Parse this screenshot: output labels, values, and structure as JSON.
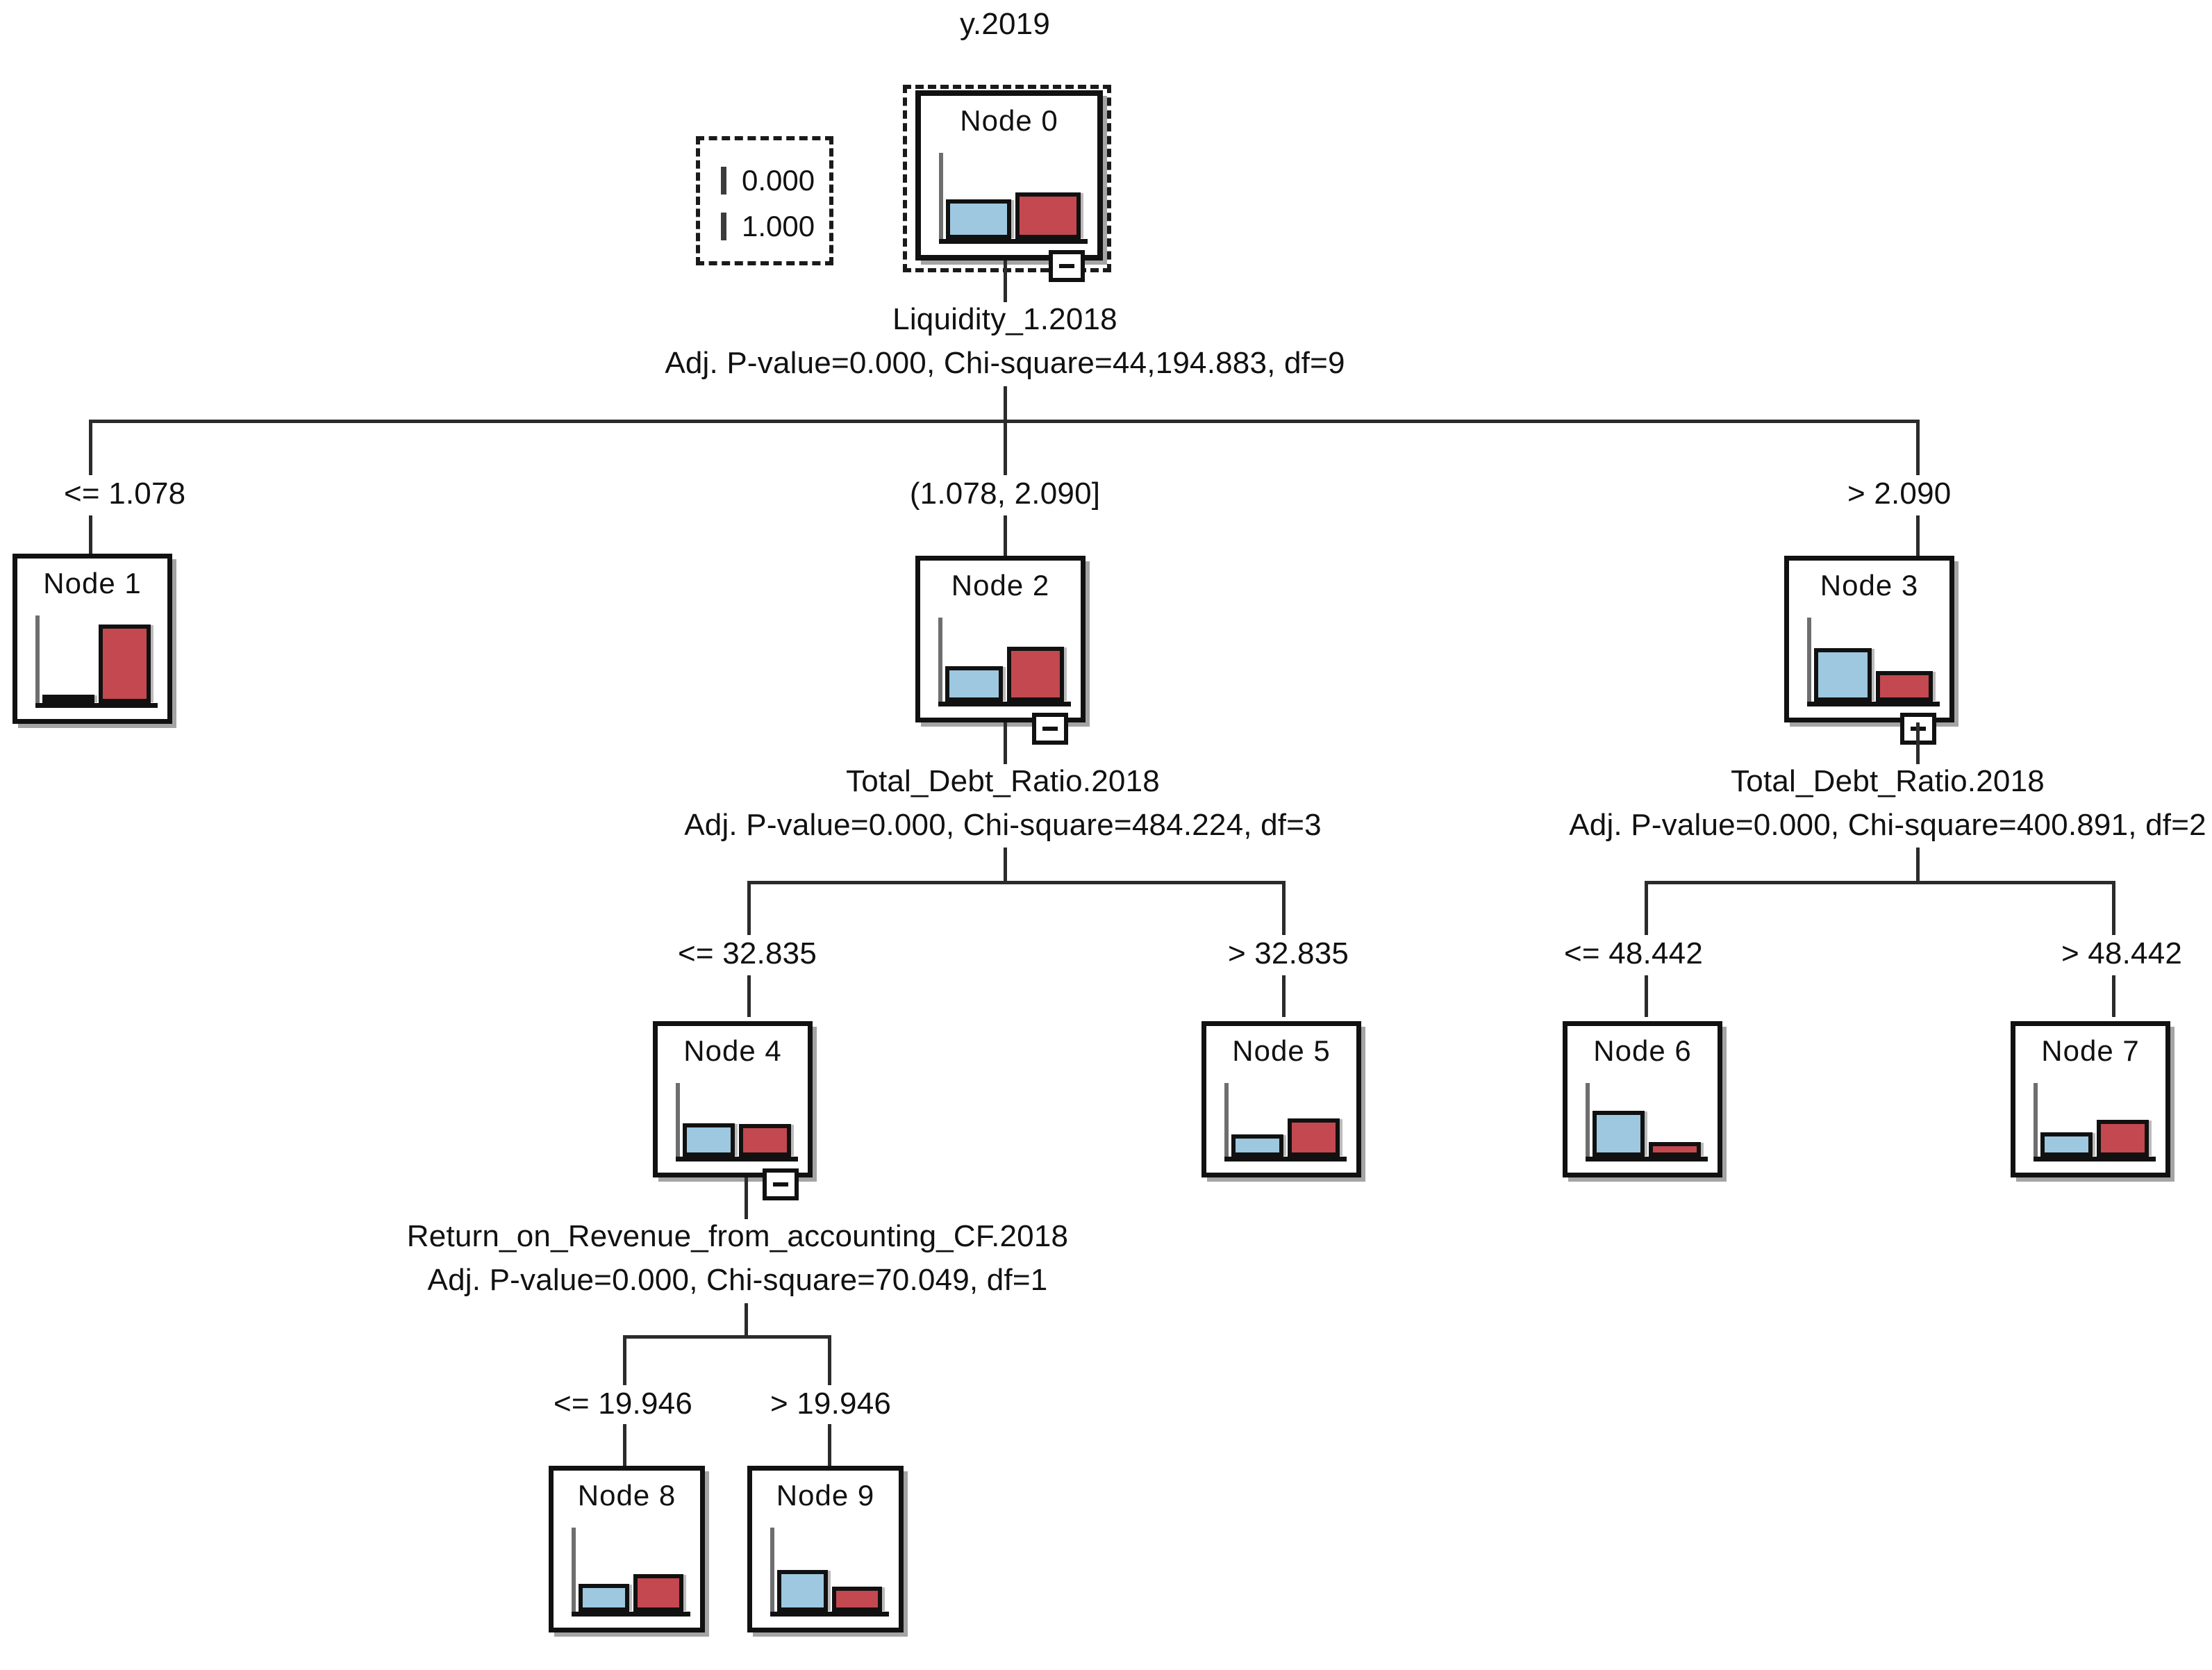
{
  "chart_data": {
    "type": "tree",
    "title": "y.2019",
    "legend": {
      "position": "top-left",
      "entries": [
        {
          "label": "0.000",
          "color": "#9dc8e0"
        },
        {
          "label": "1.000",
          "color": "#c4484f"
        }
      ]
    },
    "categories": [
      "0.000",
      "1.000"
    ],
    "nodes": [
      {
        "id": 0,
        "label": "Node 0",
        "values": [
          0.46,
          0.54
        ],
        "collapse_control": "minus"
      },
      {
        "id": 1,
        "label": "Node 1",
        "values": [
          0.08,
          0.92
        ]
      },
      {
        "id": 2,
        "label": "Node 2",
        "values": [
          0.38,
          0.62
        ],
        "collapse_control": "minus"
      },
      {
        "id": 3,
        "label": "Node 3",
        "values": [
          0.64,
          0.36
        ],
        "collapse_control": "minus"
      },
      {
        "id": 4,
        "label": "Node 4",
        "values": [
          0.5,
          0.5
        ],
        "collapse_control": "minus"
      },
      {
        "id": 5,
        "label": "Node 5",
        "values": [
          0.35,
          0.65
        ]
      },
      {
        "id": 6,
        "label": "Node 6",
        "values": [
          0.77,
          0.23
        ]
      },
      {
        "id": 7,
        "label": "Node 7",
        "values": [
          0.38,
          0.62
        ]
      },
      {
        "id": 8,
        "label": "Node 8",
        "values": [
          0.41,
          0.59
        ]
      },
      {
        "id": 9,
        "label": "Node 9",
        "values": [
          0.62,
          0.38
        ]
      }
    ],
    "splits": [
      {
        "parent": 0,
        "variable": "Liquidity_1.2018",
        "stats": "Adj. P-value=0.000, Chi-square=44,194.883, df=9",
        "p_value": "0.000",
        "chi_square": "44,194.883",
        "df": "9",
        "branches": [
          {
            "label": "<= 1.078",
            "child": 1
          },
          {
            "label": "(1.078, 2.090]",
            "child": 2
          },
          {
            "label": "> 2.090",
            "child": 3
          }
        ]
      },
      {
        "parent": 2,
        "variable": "Total_Debt_Ratio.2018",
        "stats": "Adj. P-value=0.000, Chi-square=484.224, df=3",
        "p_value": "0.000",
        "chi_square": "484.224",
        "df": "3",
        "branches": [
          {
            "label": "<= 32.835",
            "child": 4
          },
          {
            "label": "> 32.835",
            "child": 5
          }
        ]
      },
      {
        "parent": 3,
        "variable": "Total_Debt_Ratio.2018",
        "stats": "Adj. P-value=0.000, Chi-square=400.891, df=2",
        "p_value": "0.000",
        "chi_square": "400.891",
        "df": "2",
        "branches": [
          {
            "label": "<= 48.442",
            "child": 6
          },
          {
            "label": "> 48.442",
            "child": 7
          }
        ]
      },
      {
        "parent": 4,
        "variable": "Return_on_Revenue_from_accounting_CF.2018",
        "stats": "Adj. P-value=0.000, Chi-square=70.049, df=1",
        "p_value": "0.000",
        "chi_square": "70.049",
        "df": "1",
        "branches": [
          {
            "label": "<= 19.946",
            "child": 8
          },
          {
            "label": "> 19.946",
            "child": 9
          }
        ]
      }
    ]
  },
  "tree": {
    "title": "y.2019",
    "legend": {
      "entry0": "0.000",
      "entry1": "1.000"
    },
    "nodes": {
      "n0": "Node 0",
      "n1": "Node 1",
      "n2": "Node 2",
      "n3": "Node 3",
      "n4": "Node 4",
      "n5": "Node 5",
      "n6": "Node 6",
      "n7": "Node 7",
      "n8": "Node 8",
      "n9": "Node 9"
    },
    "split_root": {
      "variable": "Liquidity_1.2018",
      "stats": "Adj. P-value=0.000, Chi-square=44,194.883, df=9",
      "b0": "<= 1.078",
      "b1": "(1.078, 2.090]",
      "b2": "> 2.090"
    },
    "split_n2": {
      "variable": "Total_Debt_Ratio.2018",
      "stats": "Adj. P-value=0.000, Chi-square=484.224, df=3",
      "b0": "<= 32.835",
      "b1": "> 32.835"
    },
    "split_n3": {
      "variable": "Total_Debt_Ratio.2018",
      "stats": "Adj. P-value=0.000, Chi-square=400.891, df=2",
      "b0": "<= 48.442",
      "b1": "> 48.442"
    },
    "split_n4": {
      "variable": "Return_on_Revenue_from_accounting_CF.2018",
      "stats": "Adj. P-value=0.000, Chi-square=70.049, df=1",
      "b0": "<= 19.946",
      "b1": "> 19.946"
    }
  }
}
